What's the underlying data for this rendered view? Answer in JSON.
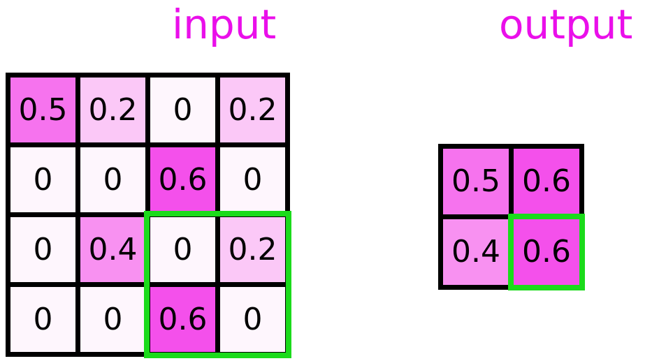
{
  "titles": {
    "input": "input",
    "output": "output"
  },
  "colors": {
    "title": "#ea0fea",
    "grid_line": "#000000",
    "highlight": "#1bdb1b",
    "cell_text": "#000000",
    "value_colors": {
      "0": "#fef6fd",
      "0.2": "#fbc8f7",
      "0.4": "#f891f1",
      "0.5": "#f673ee",
      "0.6": "#f450eb"
    }
  },
  "input_grid": {
    "rows": 4,
    "cols": 4,
    "values": [
      [
        "0.5",
        "0.2",
        "0",
        "0.2"
      ],
      [
        "0",
        "0",
        "0.6",
        "0"
      ],
      [
        "0",
        "0.4",
        "0",
        "0.2"
      ],
      [
        "0",
        "0",
        "0.6",
        "0"
      ]
    ],
    "highlight_region": {
      "row_start": 3,
      "col_start": 3,
      "rows": 2,
      "cols": 2
    }
  },
  "output_grid": {
    "rows": 2,
    "cols": 2,
    "values": [
      [
        "0.5",
        "0.6"
      ],
      [
        "0.4",
        "0.6"
      ]
    ],
    "highlight_region": {
      "row_start": 2,
      "col_start": 2,
      "rows": 1,
      "cols": 1
    }
  }
}
